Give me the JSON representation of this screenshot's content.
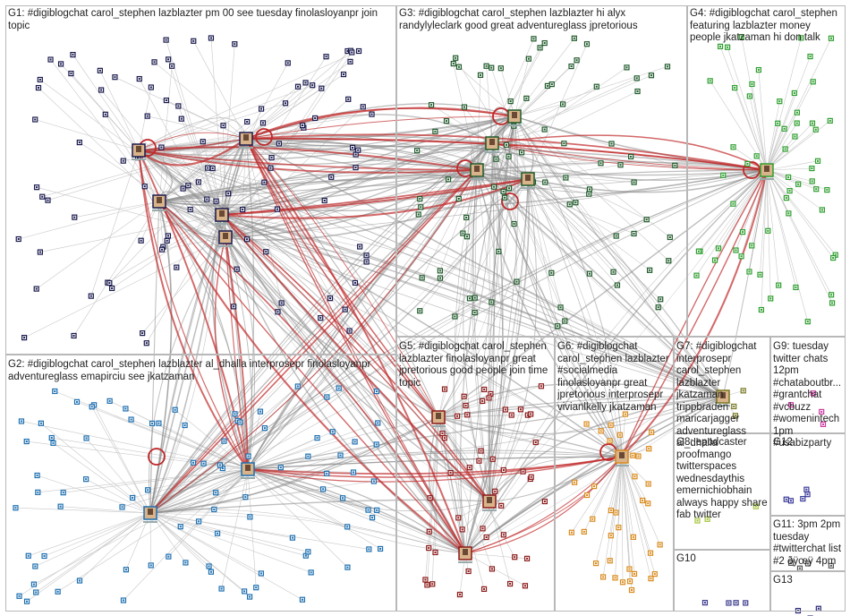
{
  "graph": {
    "groups": [
      {
        "id": "G1",
        "label": "G1: #digiblogchat carol_stephen lazblazter pm 00 see tuesday finolasloyanpr join topic",
        "color": "#1a1a4e"
      },
      {
        "id": "G2",
        "label": "G2: #digiblogchat carol_stephen lazblazter al_dhalla interprosepr finolasloyanpr adventureglass emapirciu see jkatzaman",
        "color": "#1d6fb0"
      },
      {
        "id": "G3",
        "label": "G3: #digiblogchat carol_stephen lazblazter hi alyx randylyleclark good great adventureglass jpretorious",
        "color": "#1f5a2a"
      },
      {
        "id": "G4",
        "label": "G4: #digiblogchat carol_stephen featuring lazblazter money people jkatzaman hi don talk",
        "color": "#2e9e2e"
      },
      {
        "id": "G5",
        "label": "G5: #digiblogchat carol_stephen lazblazter finolasloyanpr great jpretorious good people join time topic",
        "color": "#8b1a1a"
      },
      {
        "id": "G6",
        "label": "G6: #digiblogchat carol_stephen lazblazter #socialmedia finolasloyanpr great jpretorious interprosepr vivianlkelly jkatzaman",
        "color": "#d98a1c"
      },
      {
        "id": "G7",
        "label": "G7: #digiblogchat interprosepr carol_stephen lazblazter jkatzaman trippbraden maricarjagger adventureglass al_dhalla",
        "color": "#777722"
      },
      {
        "id": "G8",
        "label": "G8: epodcaster proofmango twitterspaces wednesdaythis emernichiobhain always happy share fab twitter",
        "color": "#a4c43a"
      },
      {
        "id": "G9",
        "label": "G9: tuesday twitter chats 12pm #chataboutbr... #grantchat #vcbuzz #womenintech 1pm #usabizparty",
        "color": "#c93aa0"
      },
      {
        "id": "G10",
        "label": "G10",
        "color": "#3b3b8e"
      },
      {
        "id": "G11",
        "label": "G11: 3pm 2pm tuesday #twitterchat list #2 ðÿœÿ 4pm",
        "color": "#555"
      },
      {
        "id": "G12",
        "label": "G12",
        "color": "#3a3a9a"
      },
      {
        "id": "G13",
        "label": "G13",
        "color": "#2a2a7a"
      }
    ],
    "edge_colors": {
      "normal": "#8a8a8a",
      "light": "#c8c8c8",
      "reply": "#c0282a"
    }
  }
}
